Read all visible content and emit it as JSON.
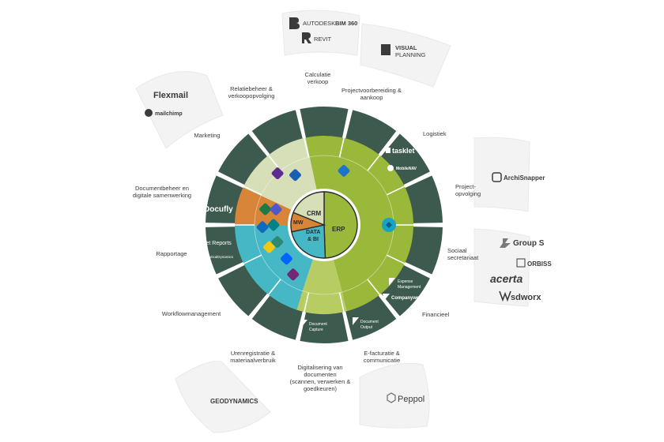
{
  "center": {
    "crm": "CRM",
    "mw": "MW",
    "data_bi_1": "DATA",
    "data_bi_2": "& BI",
    "erp": "ERP"
  },
  "labels": {
    "calculatie": [
      "Calculatie",
      "verkoop"
    ],
    "projectvoorbereiding": [
      "Projectvoorbereiding &",
      "aankoop"
    ],
    "logistiek": [
      "Logistiek"
    ],
    "projectopvolging": [
      "Project-",
      "opvolging"
    ],
    "sociaal": [
      "Sociaal",
      "secretariaat"
    ],
    "financieel": [
      "Financieel"
    ],
    "efacturatie": [
      "E-facturatie &",
      "communicatie"
    ],
    "digitalisering": [
      "Digitalisering van",
      "documenten",
      "(scannen, verwerken &",
      "goedkeuren)"
    ],
    "urenregistratie": [
      "Urenregistratie &",
      "materiaalverbruik"
    ],
    "workflow": [
      "Workflowmanagement"
    ],
    "rapportage": [
      "Rapportage"
    ],
    "documentbeheer": [
      "Documentbeheer en",
      "digitale samenwerking"
    ],
    "marketing": [
      "Marketing"
    ],
    "relatiebeheer": [
      "Relatiebeheer &",
      "verkoopopvolging"
    ]
  },
  "partners": {
    "autodesk": "AUTODESK",
    "bim360": "BIM 360",
    "revit": "REVIT",
    "visual": "VISUAL",
    "planning": "PLANNING",
    "flexmail": "Flexmail",
    "mailchimp": "mailchimp",
    "archisnapper": "ArchiSnapper",
    "groups": "Group S",
    "orbiss": "ORBISS",
    "acerta": "acerta",
    "sdworx": "sdworx",
    "geodynamics": "GEODYNAMICS",
    "peppol": "Peppol"
  },
  "tiles": {
    "docufly": "Docufly",
    "jetreports": "Jet Reports",
    "analytical": "AnalyticalDynamics",
    "tasklet": "tasklet",
    "mobilenav": "MobileNAV",
    "expense1": "Expense",
    "expense2": "Management",
    "companyweb": "Companyweb",
    "docinbox1": "Document",
    "docinbox2": "Capture",
    "docoutput1": "Document",
    "docoutput2": "Output"
  },
  "colors": {
    "segment": "#3d5a4f",
    "erp_green": "#9ab83a",
    "erp_light": "#b7cd63",
    "crm_green": "#d6dfb8",
    "mw_orange": "#d88439",
    "data_teal": "#46b7c4",
    "data_light": "#8fd2d6"
  }
}
